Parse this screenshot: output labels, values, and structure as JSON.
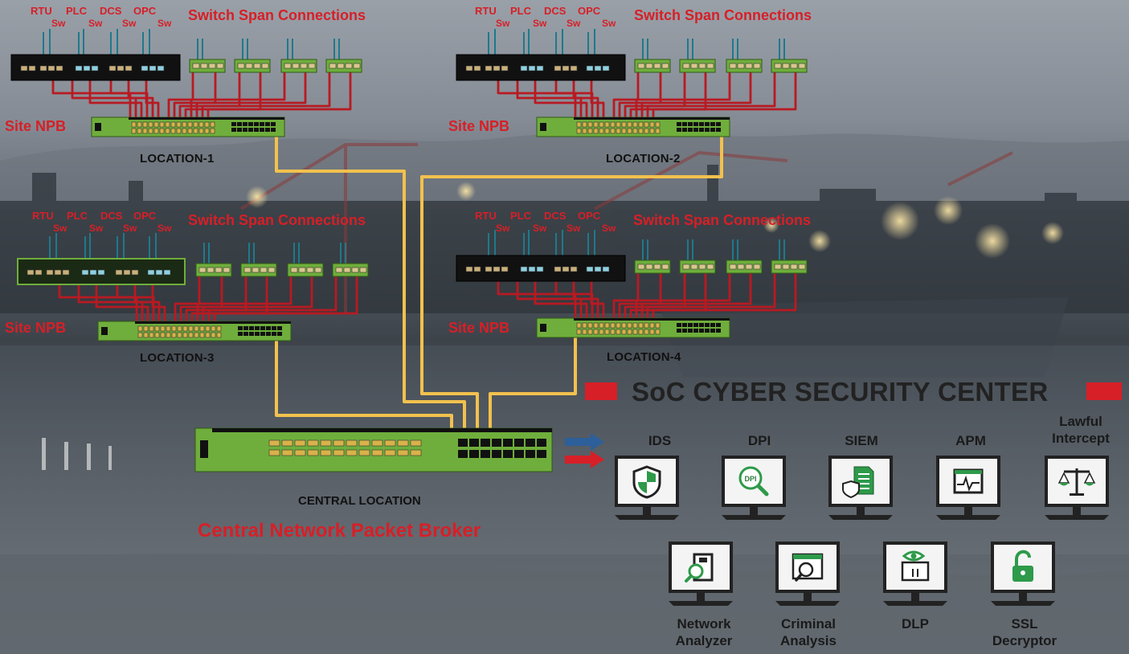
{
  "device_labels": {
    "rtu": "RTU",
    "plc": "PLC",
    "dcs": "DCS",
    "opc": "OPC",
    "sw": "Sw"
  },
  "span_title": "Switch Span Connections",
  "site_npb": "Site NPB",
  "locations": [
    "LOCATION-1",
    "LOCATION-2",
    "LOCATION-3",
    "LOCATION-4"
  ],
  "soc_title": "SoC CYBER SECURITY CENTER",
  "central": {
    "location": "CENTRAL LOCATION",
    "title": "Central Network Packet Broker"
  },
  "tools_row1": [
    {
      "name": "IDS",
      "icon": "shield-icon"
    },
    {
      "name": "DPI",
      "icon": "dpi-magnifier-icon"
    },
    {
      "name": "SIEM",
      "icon": "document-shield-icon"
    },
    {
      "name": "APM",
      "icon": "heartbeat-monitor-icon"
    },
    {
      "name": "Lawful Intercept",
      "icon": "scales-icon"
    }
  ],
  "tools_row2": [
    {
      "name": "Network Analyzer",
      "icon": "analyzer-magnifier-icon"
    },
    {
      "name": "Criminal Analysis",
      "icon": "window-magnifier-icon"
    },
    {
      "name": "DLP",
      "icon": "eye-box-icon"
    },
    {
      "name": "SSL Decryptor",
      "icon": "unlocked-padlock-icon"
    }
  ],
  "colors": {
    "accent_red": "#d71f27",
    "link_yellow": "#f2c14e",
    "npb_green": "#6fae3c",
    "switch_black": "#111111",
    "arrow_blue": "#2d5f9a",
    "cable_teal": "#1d7a8c"
  }
}
